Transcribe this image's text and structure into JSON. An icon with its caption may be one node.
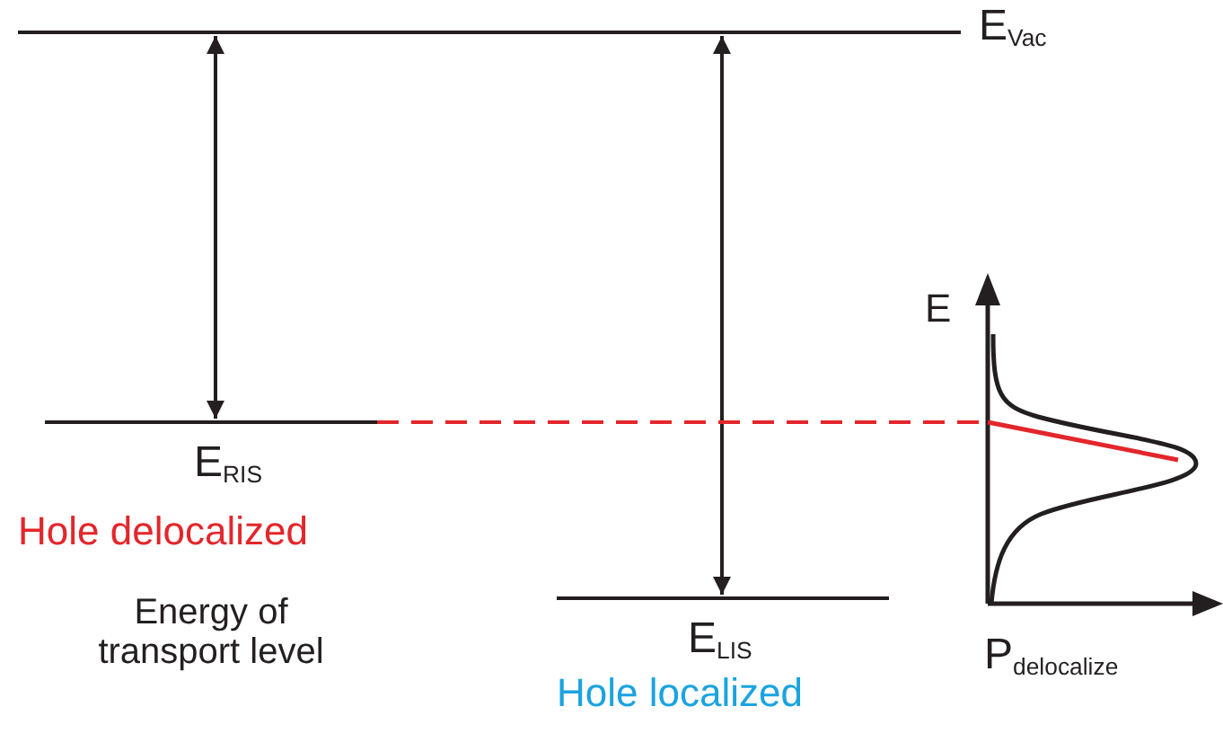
{
  "diagram": {
    "nodes": [
      {
        "text": [],
        "shape": "bar",
        "beside": [
          "E$_{Vac}$"
        ]
      },
      {
        "text": [],
        "shape": "bar",
        "beside": [
          "E$_{RIS}$",
          "Hole delocalized",
          "Energy of transport level"
        ]
      },
      {
        "text": [],
        "shape": "bar",
        "beside": [
          "E$_{LIS}$",
          "Hole localized"
        ]
      },
      {
        "text": [],
        "shape": "picture",
        "beside": [
          "E",
          "P$_{delocalize}$"
        ]
      }
    ],
    "edges": [
      {
        "from": 0,
        "to": 1,
        "arrow": "both"
      },
      {
        "from": 0,
        "to": 2,
        "arrow": "both"
      },
      {
        "from": 1,
        "to": 3,
        "arrow": "none",
        "style": "dashed",
        "color": "#e3262b"
      }
    ]
  }
}
